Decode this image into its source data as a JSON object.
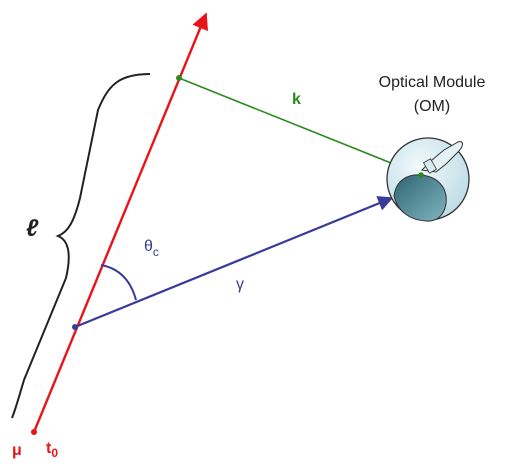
{
  "labels": {
    "muon": "μ",
    "t0_main": "t",
    "t0_sub": "0",
    "length": "ℓ",
    "theta_main": "θ",
    "theta_sub": "c",
    "k": "k",
    "gamma": "γ",
    "om_line1": "Optical Module",
    "om_line2": "(OM)"
  },
  "colors": {
    "muon_track": "#e8141a",
    "k_segment": "#2a8a1e",
    "gamma_ray": "#3a3a9a",
    "brace": "#222222",
    "om_sphere": "#cde6ee",
    "om_shadow": "#4f8896",
    "text": "#222222"
  },
  "icons": {
    "om": "optical-module-sphere-icon",
    "brace": "curly-brace-icon",
    "arrow": "arrowhead-icon"
  }
}
